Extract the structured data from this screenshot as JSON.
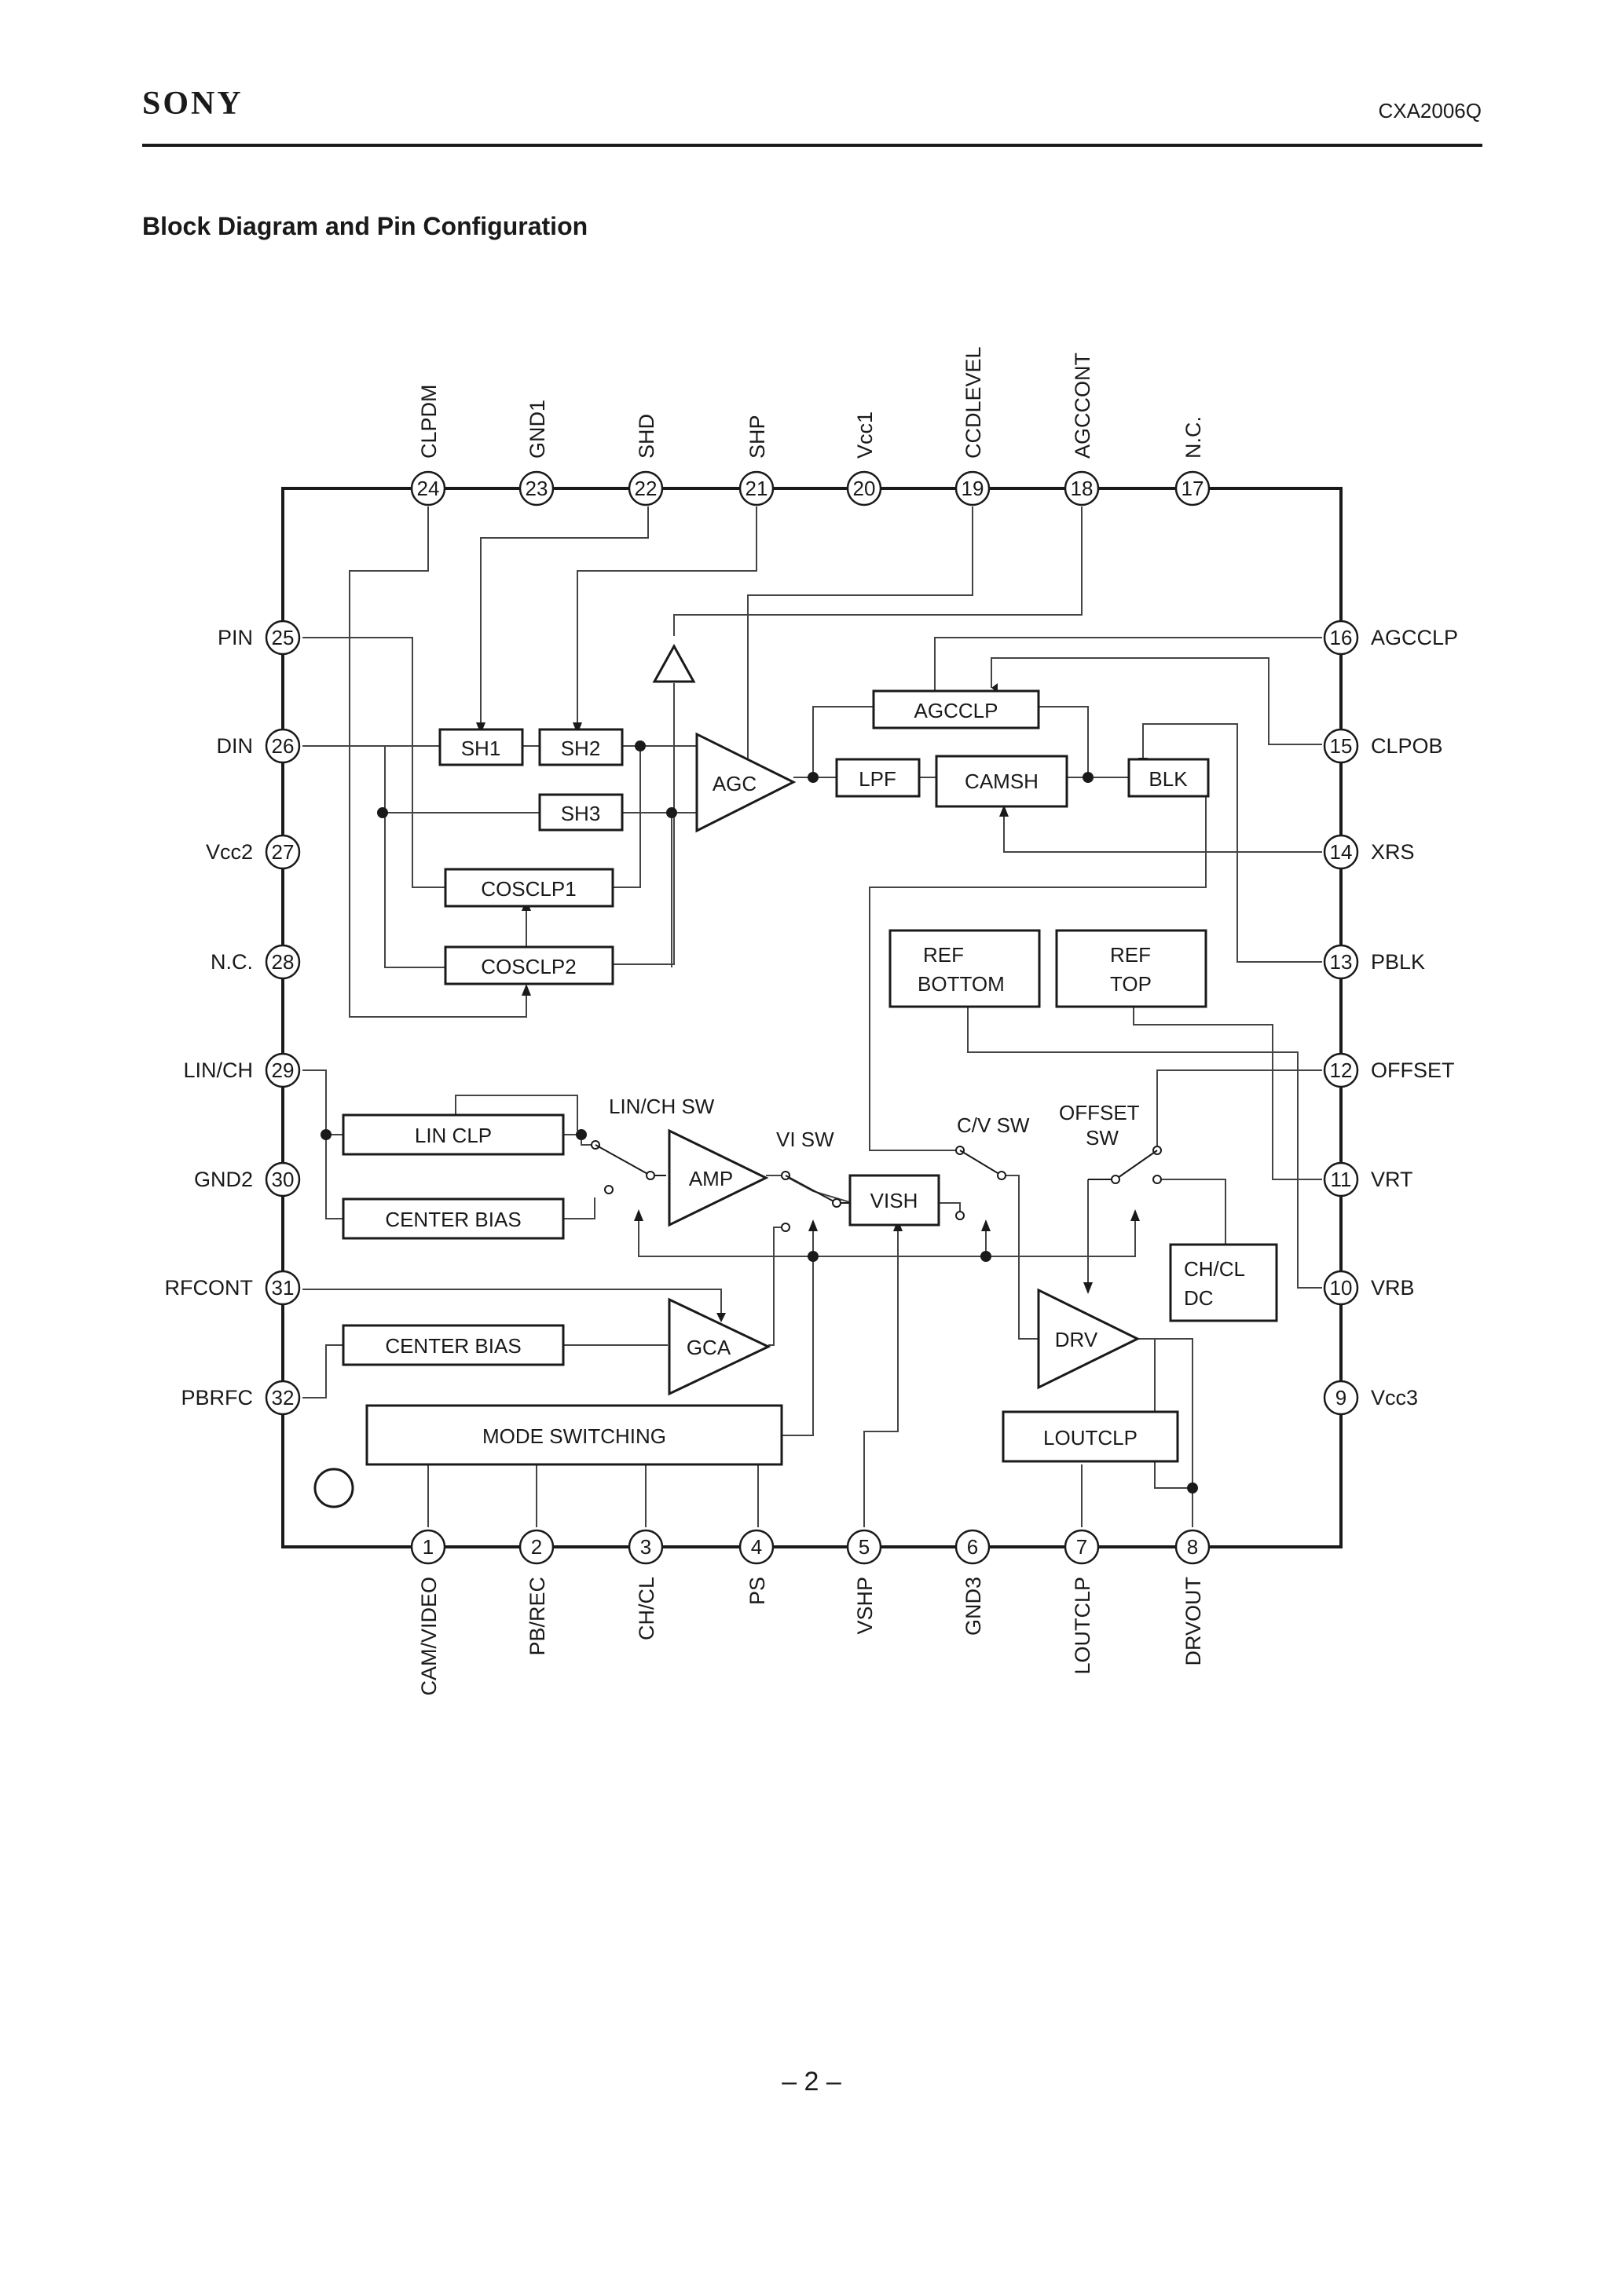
{
  "header": {
    "brand": "SONY",
    "part_number": "CXA2006Q"
  },
  "title": "Block Diagram and Pin Configuration",
  "page_number": "– 2 –",
  "pins": {
    "top": [
      {
        "num": "24",
        "name": "CLPDM"
      },
      {
        "num": "23",
        "name": "GND1"
      },
      {
        "num": "22",
        "name": "SHD"
      },
      {
        "num": "21",
        "name": "SHP"
      },
      {
        "num": "20",
        "name": "Vcc1"
      },
      {
        "num": "19",
        "name": "CCDLEVEL"
      },
      {
        "num": "18",
        "name": "AGCCONT"
      },
      {
        "num": "17",
        "name": "N.C."
      }
    ],
    "left": [
      {
        "num": "25",
        "name": "PIN"
      },
      {
        "num": "26",
        "name": "DIN"
      },
      {
        "num": "27",
        "name": "Vcc2"
      },
      {
        "num": "28",
        "name": "N.C."
      },
      {
        "num": "29",
        "name": "LIN/CH"
      },
      {
        "num": "30",
        "name": "GND2"
      },
      {
        "num": "31",
        "name": "RFCONT"
      },
      {
        "num": "32",
        "name": "PBRFC"
      }
    ],
    "right": [
      {
        "num": "16",
        "name": "AGCCLP"
      },
      {
        "num": "15",
        "name": "CLPOB"
      },
      {
        "num": "14",
        "name": "XRS"
      },
      {
        "num": "13",
        "name": "PBLK"
      },
      {
        "num": "12",
        "name": "OFFSET"
      },
      {
        "num": "11",
        "name": "VRT"
      },
      {
        "num": "10",
        "name": "VRB"
      },
      {
        "num": "9",
        "name": "Vcc3"
      }
    ],
    "bottom": [
      {
        "num": "1",
        "name": "CAM/VIDEO"
      },
      {
        "num": "2",
        "name": "PB/REC"
      },
      {
        "num": "3",
        "name": "CH/CL"
      },
      {
        "num": "4",
        "name": "PS"
      },
      {
        "num": "5",
        "name": "VSHP"
      },
      {
        "num": "6",
        "name": "GND3"
      },
      {
        "num": "7",
        "name": "LOUTCLP"
      },
      {
        "num": "8",
        "name": "DRVOUT"
      }
    ]
  },
  "blocks": {
    "sh1": "SH1",
    "sh2": "SH2",
    "sh3": "SH3",
    "cosclp1": "COSCLP1",
    "cosclp2": "COSCLP2",
    "agcclp": "AGCCLP",
    "lpf": "LPF",
    "camsh": "CAMSH",
    "blk": "BLK",
    "ref_bottom_1": "REF",
    "ref_bottom_2": "BOTTOM",
    "ref_top_1": "REF",
    "ref_top_2": "TOP",
    "lin_clp": "LIN CLP",
    "center_bias_1": "CENTER BIAS",
    "center_bias_2": "CENTER BIAS",
    "vish": "VISH",
    "chcl_dc_1": "CH/CL",
    "chcl_dc_2": "DC",
    "mode_switching": "MODE SWITCHING",
    "loutclp": "LOUTCLP"
  },
  "amps": {
    "agc": "AGC",
    "amp": "AMP",
    "gca": "GCA",
    "drv": "DRV"
  },
  "switch_labels": {
    "linch_sw": "LIN/CH SW",
    "vi_sw": "VI SW",
    "cv_sw": "C/V SW",
    "offset_sw_1": "OFFSET",
    "offset_sw_2": "SW"
  }
}
